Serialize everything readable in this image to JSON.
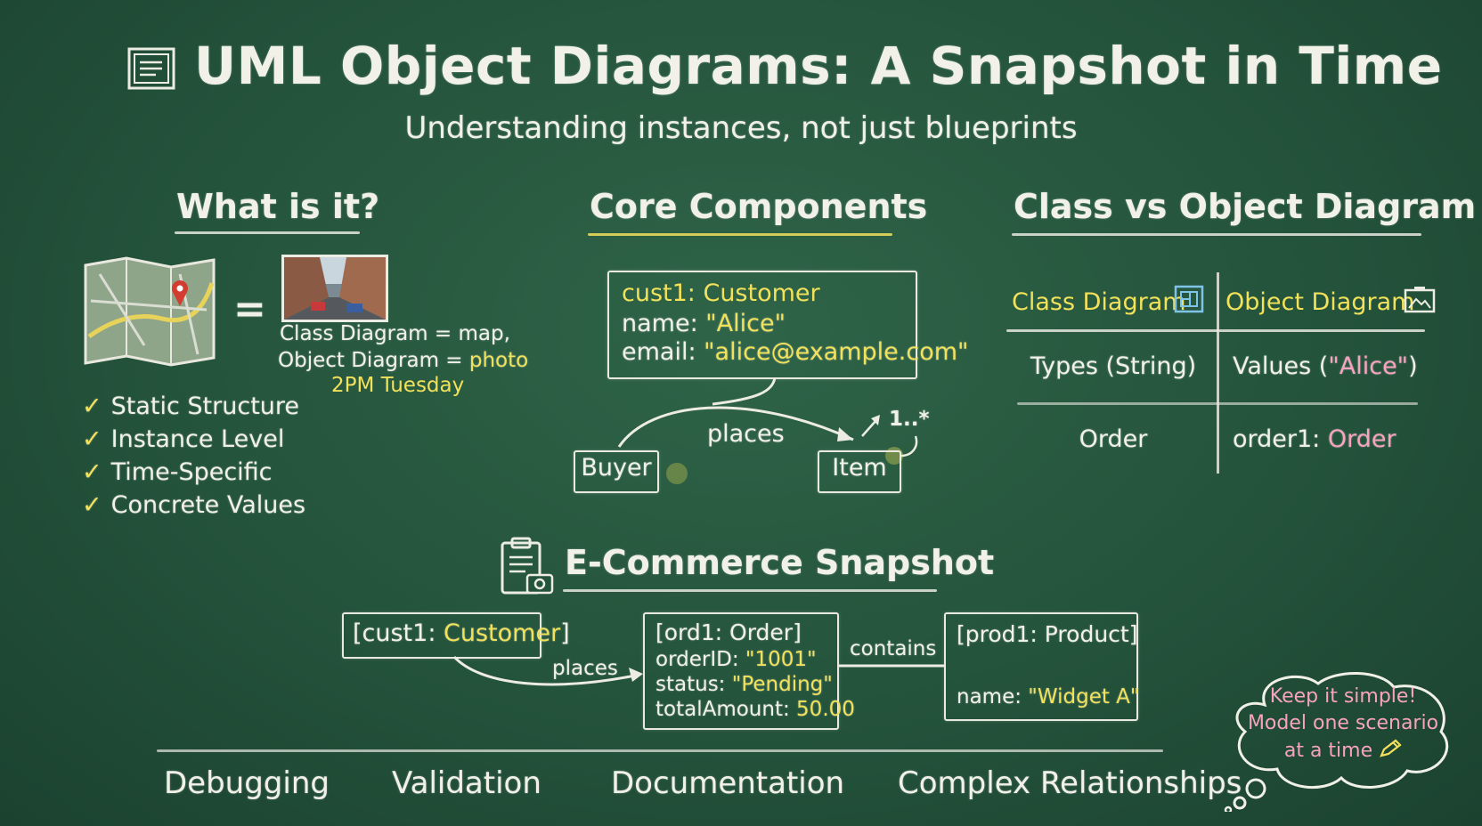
{
  "title": "UML Object Diagrams: A Snapshot in Time",
  "subtitle": "Understanding instances, not just blueprints",
  "what_is_it": {
    "heading": "What is it?",
    "equals": "=",
    "analogy_line1": "Class Diagram = map,",
    "analogy_line2_a": "Object Diagram = ",
    "analogy_line2_b": "photo",
    "analogy_line3": "2PM Tuesday",
    "checks": [
      "Static Structure",
      "Instance Level",
      "Time-Specific",
      "Concrete Values"
    ]
  },
  "core": {
    "heading": "Core Components",
    "obj_title": "cust1: Customer",
    "attr1_name": "name: ",
    "attr1_value": "\"Alice\"",
    "attr2_name": "email: ",
    "attr2_value": "\"alice@example.com\"",
    "buyer": "Buyer",
    "item": "Item",
    "link_label": "places",
    "multiplicity": "1..*"
  },
  "compare": {
    "heading": "Class vs Object Diagram",
    "col1": "Class Diagram",
    "col2": "Object Diagram",
    "r1c1": "Types (String)",
    "r1c2_a": "Values (",
    "r1c2_b": "\"Alice\"",
    "r1c2_c": ")",
    "r2c1": "Order",
    "r2c2_a": "order1: ",
    "r2c2_b": "Order"
  },
  "ecommerce": {
    "heading": "E-Commerce Snapshot",
    "cust_a": "[cust1: ",
    "cust_b": "Customer",
    "cust_c": "]",
    "places": "places",
    "ord_title": "[ord1: Order]",
    "ord_id_name": "orderID: ",
    "ord_id_value": "\"1001\"",
    "ord_status_name": "status: ",
    "ord_status_value": "\"Pending\"",
    "ord_total_name": "totalAmount: ",
    "ord_total_value": "50.00",
    "contains": "contains",
    "prod_title": "[prod1: Product]",
    "prod_name_name": "name: ",
    "prod_name_value": "\"Widget A\""
  },
  "uses": [
    "Debugging",
    "Validation",
    "Documentation",
    "Complex Relationships"
  ],
  "tip": {
    "line1": "Keep it simple!",
    "line2": "Model one scenario",
    "line3": "at a time"
  },
  "colors": {
    "board": "#24533b",
    "chalk": "#f1f1e8",
    "accent_yellow": "#f2e15a",
    "accent_pink": "#f7a3bf"
  }
}
